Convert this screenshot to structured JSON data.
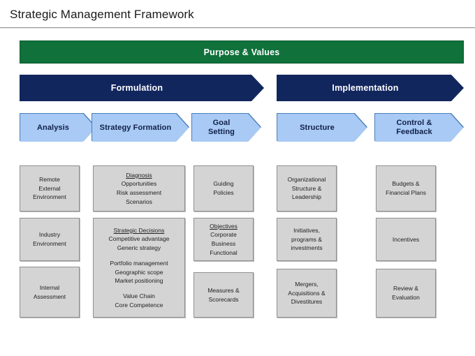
{
  "page_title": "Strategic Management Framework",
  "banner": {
    "label": "Purpose & Values",
    "color": "#10713b"
  },
  "major_phases": [
    {
      "label": "Formulation",
      "color": "#12265e"
    },
    {
      "label": "Implementation",
      "color": "#12265e"
    }
  ],
  "sub_phases": [
    {
      "label": "Analysis",
      "color": "#a8caf4"
    },
    {
      "label": "Strategy Formation",
      "color": "#a8caf4"
    },
    {
      "label": "Goal\nSetting",
      "color": "#a8caf4"
    },
    {
      "label": "Structure",
      "color": "#a8caf4"
    },
    {
      "label": "Control &\nFeedback",
      "color": "#a8caf4"
    }
  ],
  "columns": [
    {
      "name": "analysis",
      "boxes": [
        {
          "groups": [
            {
              "header": "",
              "lines": [
                "Remote",
                "External",
                "Environment"
              ]
            }
          ]
        },
        {
          "groups": [
            {
              "header": "",
              "lines": [
                "Industry",
                "Environment"
              ]
            }
          ]
        },
        {
          "groups": [
            {
              "header": "",
              "lines": [
                "Internal",
                "Assessment"
              ]
            }
          ]
        }
      ]
    },
    {
      "name": "strategy-formation",
      "boxes": [
        {
          "groups": [
            {
              "header": "Diagnosis",
              "lines": [
                "Opportunities",
                "Risk assessment",
                "Scenarios"
              ]
            }
          ]
        },
        {
          "groups": [
            {
              "header": "Strategic Decisions",
              "lines": [
                "Competitive advantage",
                "Generic strategy"
              ]
            },
            {
              "header": "",
              "lines": [
                "Portfolio management",
                "Geographic scope",
                "Market positioning"
              ]
            },
            {
              "header": "",
              "lines": [
                "Value Chain",
                "Core Competence"
              ]
            }
          ]
        }
      ]
    },
    {
      "name": "goal-setting",
      "boxes": [
        {
          "groups": [
            {
              "header": "",
              "lines": [
                "Guiding",
                "Policies"
              ]
            }
          ]
        },
        {
          "groups": [
            {
              "header": "Objectives",
              "lines": [
                "Corporate",
                "Business",
                "Functional"
              ]
            }
          ]
        },
        {
          "groups": [
            {
              "header": "",
              "lines": [
                "Measures &",
                "Scorecards"
              ]
            }
          ]
        }
      ]
    },
    {
      "name": "structure",
      "boxes": [
        {
          "groups": [
            {
              "header": "",
              "lines": [
                "Organizational",
                "Structure &",
                "Leadership"
              ]
            }
          ]
        },
        {
          "groups": [
            {
              "header": "",
              "lines": [
                "Initiatives,",
                "programs &",
                "investments"
              ]
            }
          ]
        },
        {
          "groups": [
            {
              "header": "",
              "lines": [
                "Mergers,",
                "Acquisitions &",
                "Divestitures"
              ]
            }
          ]
        }
      ]
    },
    {
      "name": "control-feedback",
      "boxes": [
        {
          "groups": [
            {
              "header": "",
              "lines": [
                "Budgets &",
                "Financial Plans"
              ]
            }
          ]
        },
        {
          "groups": [
            {
              "header": "",
              "lines": [
                "Incentives"
              ]
            }
          ]
        },
        {
          "groups": [
            {
              "header": "",
              "lines": [
                "Review &",
                "Evaluation"
              ]
            }
          ]
        }
      ]
    }
  ]
}
